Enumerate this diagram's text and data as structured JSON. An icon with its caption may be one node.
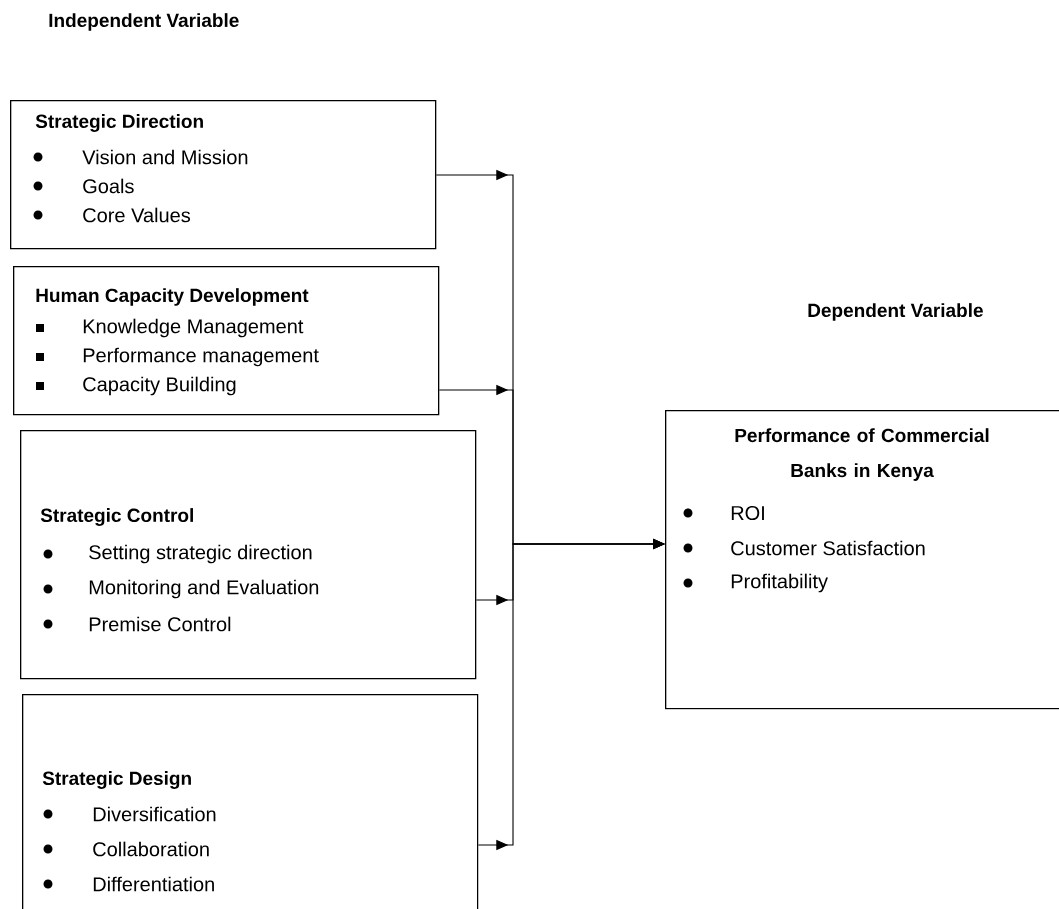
{
  "diagram": {
    "nodes": [
      {
        "text": [
          "Strategic Direction",
          "Vision and Mission",
          "Goals",
          "Core Values"
        ]
      },
      {
        "text": [
          "Human Capacity Development",
          "Knowledge Management",
          "Performance management",
          "Capacity Building"
        ]
      },
      {
        "text": [
          "Strategic Control",
          "Setting strategic direction",
          "Monitoring and Evaluation",
          "Premise Control"
        ]
      },
      {
        "text": [
          "Strategic Design",
          "Diversification",
          "Collaboration",
          "Differentiation"
        ]
      },
      {
        "text": [
          "Performance of Commercial Banks in Kenya",
          "ROI",
          "Customer Satisfaction",
          "Profitability"
        ]
      }
    ],
    "edges": [
      {
        "from": 0,
        "to": 4,
        "arrow": "to"
      },
      {
        "from": 1,
        "to": 4,
        "arrow": "to"
      },
      {
        "from": 2,
        "to": 4,
        "arrow": "to"
      },
      {
        "from": 3,
        "to": 4,
        "arrow": "to"
      }
    ],
    "labels": [
      "Independent Variable",
      "Dependent Variable"
    ]
  }
}
